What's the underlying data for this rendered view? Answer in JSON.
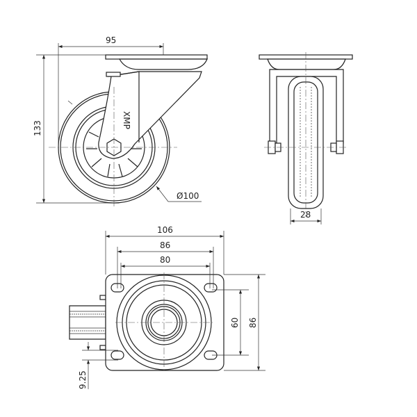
{
  "title": "Swivel caster technical drawing",
  "side_view": {
    "width_offset": "95",
    "height": "133",
    "wheel_diameter": "Ø100",
    "logo": "XMP"
  },
  "front_view": {
    "wheel_width": "28"
  },
  "top_view": {
    "plate_width": "106",
    "plate_depth": "86",
    "hole_spacing_x_outer": "86",
    "hole_spacing_x": "80",
    "hole_spacing_y": "60",
    "plate_height_dim": "86",
    "offset": "9.25"
  }
}
